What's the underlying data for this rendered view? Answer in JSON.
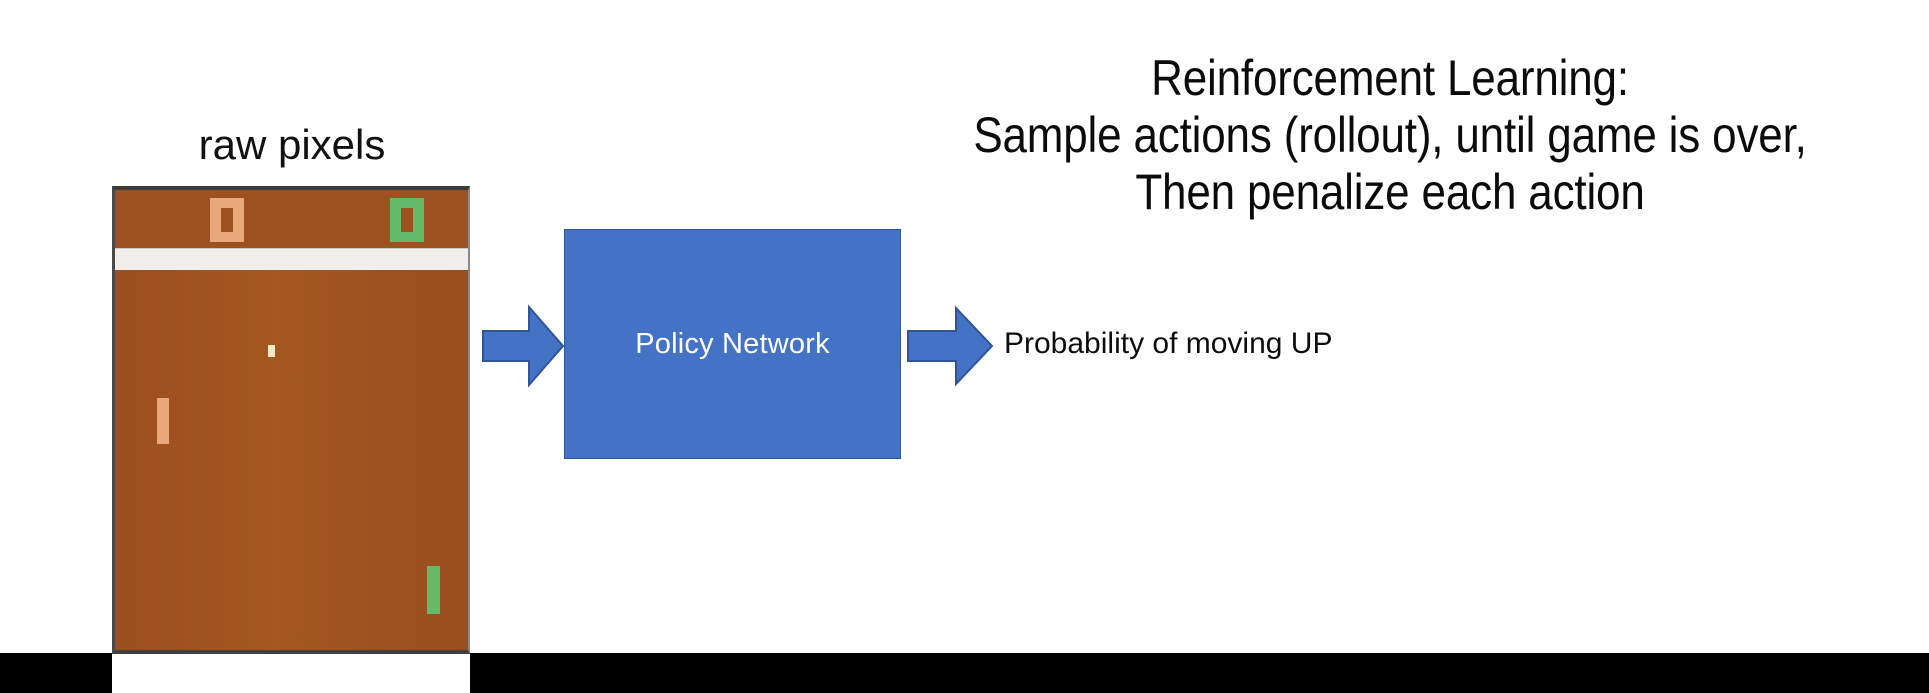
{
  "title": {
    "lines": [
      "Reinforcement Learning:",
      "Sample actions (rollout), until game is over,",
      "Then penalize each action"
    ]
  },
  "input": {
    "caption": "raw pixels",
    "game": {
      "name": "pong-screen",
      "field_color": "#a0522d",
      "divider_color": "#f0eeea",
      "score_left": "0",
      "score_right": "0",
      "score_left_color": "#e8a87c",
      "score_right_color": "#66bb6a",
      "left_paddle_color": "#e8a87c",
      "right_paddle_color": "#66bb6a",
      "ball_color": "#f6e7c8"
    }
  },
  "pipeline": {
    "input_arrow": "arrow-right",
    "model": {
      "label": "Policy Network",
      "fill_color": "#4472c4",
      "border_color": "#2f5597",
      "text_color": "#ffffff"
    },
    "output_arrow": "arrow-right",
    "output": {
      "label": "Probability of moving UP"
    }
  },
  "colors": {
    "accent_blue": "#4472c4",
    "accent_blue_dark": "#2f5597",
    "background": "#ffffff",
    "text": "#0d0d0d"
  }
}
